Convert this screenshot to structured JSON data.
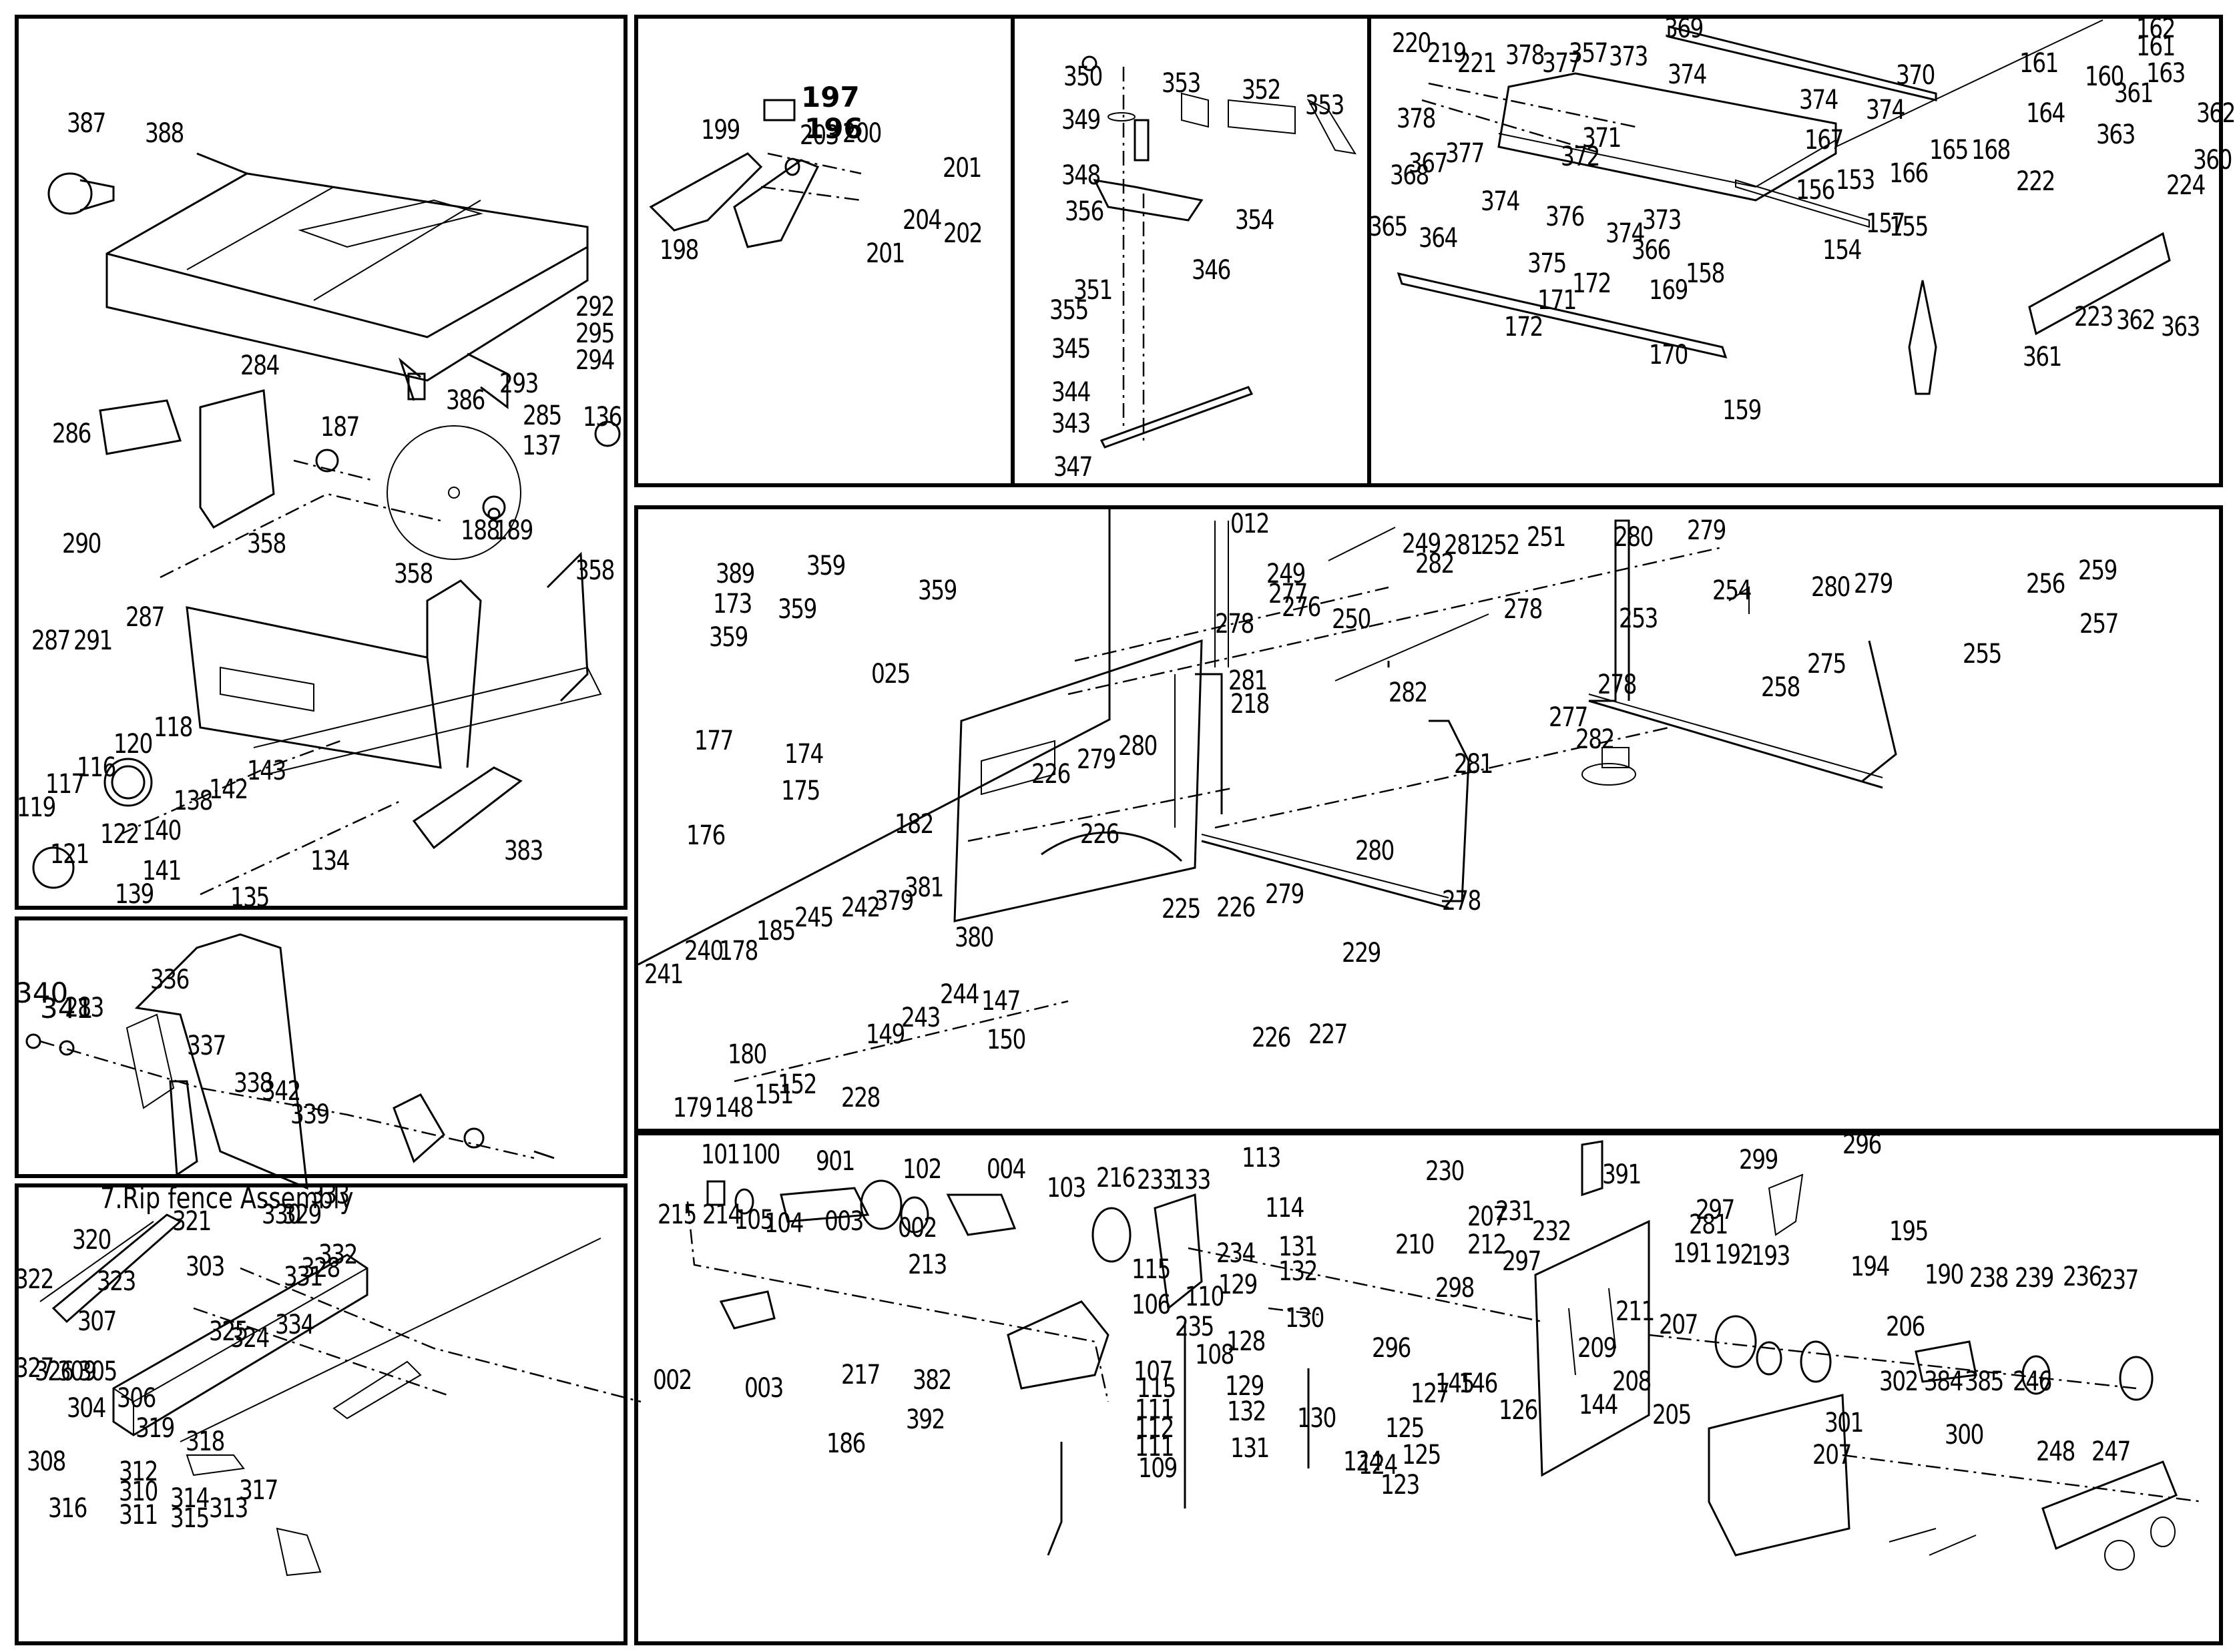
{
  "document": {
    "type": "exploded parts diagram",
    "subject": "table saw"
  },
  "panels": {
    "saw_main": {
      "labels": [
        "387",
        "388",
        "292",
        "295",
        "294",
        "293",
        "284",
        "386",
        "285",
        "136",
        "137",
        "286",
        "187",
        "188",
        "189",
        "290",
        "358",
        "358",
        "358",
        "287",
        "287",
        "291",
        "118",
        "120",
        "116",
        "117",
        "119",
        "143",
        "142",
        "138",
        "140",
        "122",
        "121",
        "141",
        "139",
        "135",
        "134",
        "383"
      ]
    },
    "riving_knife": {
      "labels": [
        "340",
        "341",
        "283",
        "336",
        "337",
        "338",
        "342",
        "339"
      ]
    },
    "rip_fence": {
      "title": "7.Rip fence  Assembly",
      "labels": [
        "321",
        "333",
        "320",
        "330",
        "329",
        "332",
        "303",
        "331",
        "328",
        "322",
        "323",
        "307",
        "325",
        "324",
        "334",
        "327",
        "326",
        "309",
        "305",
        "304",
        "306",
        "319",
        "318",
        "308",
        "312",
        "310",
        "317",
        "316",
        "314",
        "313",
        "311",
        "315"
      ]
    },
    "handles": {
      "labels": [
        "197",
        "196",
        "199",
        "203",
        "200",
        "201",
        "204",
        "202",
        "198",
        "201"
      ]
    },
    "miter_gauge": {
      "labels": [
        "350",
        "353",
        "352",
        "353",
        "349",
        "348",
        "356",
        "354",
        "346",
        "351",
        "355",
        "345",
        "344",
        "343",
        "347"
      ]
    },
    "table_extension": {
      "labels": [
        "220",
        "219",
        "221",
        "378",
        "377",
        "357",
        "373",
        "369",
        "374",
        "374",
        "374",
        "370",
        "378",
        "377",
        "371",
        "372",
        "367",
        "368",
        "365",
        "364",
        "374",
        "376",
        "373",
        "374",
        "375",
        "366",
        "172",
        "171",
        "172",
        "169",
        "170",
        "158",
        "159",
        "156",
        "153",
        "154",
        "157",
        "155",
        "167",
        "166",
        "165",
        "168",
        "164",
        "161",
        "160",
        "161",
        "162",
        "163",
        "361",
        "363",
        "362",
        "360",
        "224",
        "222",
        "223",
        "362",
        "363",
        "361"
      ]
    },
    "insert_plate": {
      "labels": [
        "389",
        "359",
        "359",
        "173",
        "359",
        "359",
        "025",
        "177",
        "174",
        "175",
        "176"
      ]
    },
    "stand": {
      "labels": [
        "012",
        "249",
        "249",
        "281",
        "252",
        "251",
        "280",
        "279",
        "282",
        "277",
        "278",
        "250",
        "253",
        "254",
        "280",
        "279",
        "256",
        "259",
        "257",
        "255",
        "275",
        "258",
        "276",
        "278",
        "281",
        "218",
        "282",
        "278",
        "281",
        "277",
        "226",
        "279",
        "280",
        "182",
        "226",
        "381",
        "379",
        "380",
        "225",
        "280",
        "226",
        "279",
        "229",
        "227",
        "226",
        "185",
        "245",
        "242",
        "240",
        "178",
        "241",
        "244",
        "243",
        "147",
        "149",
        "150",
        "180",
        "179",
        "148",
        "151",
        "152",
        "228",
        "282",
        "278"
      ]
    },
    "motor_gearbox": {
      "labels": [
        "101",
        "100",
        "901",
        "102",
        "004",
        "103",
        "216",
        "233",
        "133",
        "113",
        "114",
        "215",
        "214",
        "105",
        "104",
        "003",
        "002",
        "213",
        "115",
        "106",
        "110",
        "234",
        "131",
        "132",
        "129",
        "130",
        "235",
        "128",
        "108",
        "107",
        "115",
        "111",
        "112",
        "111",
        "109",
        "129",
        "132",
        "131",
        "130",
        "217",
        "382",
        "392",
        "186",
        "002",
        "003",
        "230",
        "207",
        "231",
        "391",
        "212",
        "297",
        "232",
        "210",
        "298",
        "296",
        "297",
        "299",
        "281",
        "191",
        "192",
        "193",
        "194",
        "195",
        "190",
        "238",
        "239",
        "236",
        "237",
        "211",
        "207",
        "145",
        "146",
        "144",
        "127",
        "126",
        "124",
        "125",
        "125",
        "124",
        "123",
        "209",
        "208",
        "205",
        "206",
        "302",
        "384",
        "385",
        "246",
        "301",
        "300",
        "248",
        "247",
        "207",
        "296"
      ]
    }
  }
}
